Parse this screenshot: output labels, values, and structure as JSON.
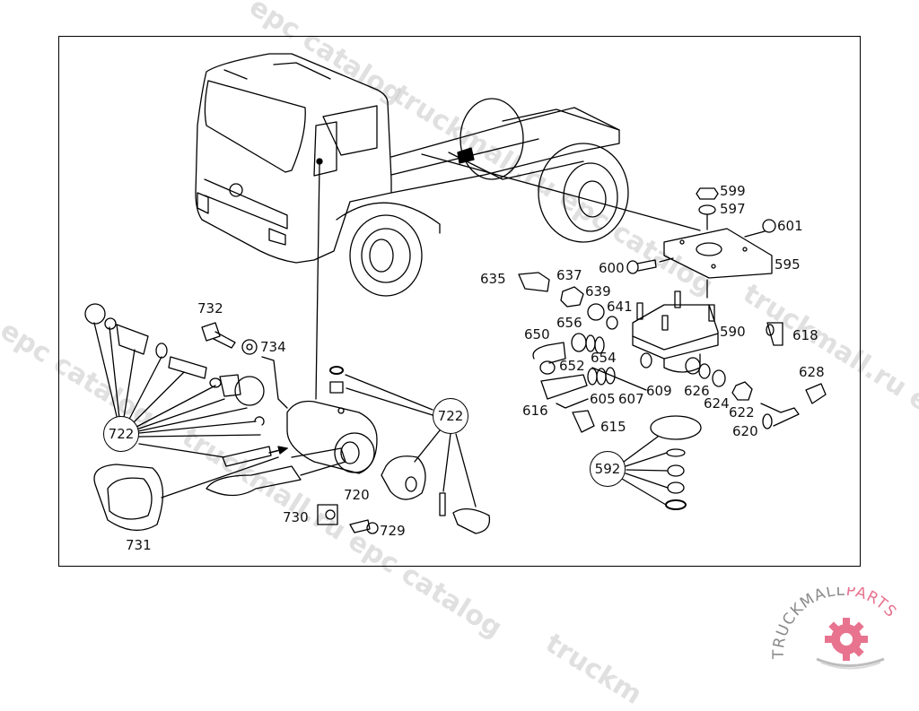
{
  "diagram": {
    "title": "Truck brake valve / chassis parts exploded view",
    "part_labels": [
      {
        "id": "599",
        "text": "599"
      },
      {
        "id": "597",
        "text": "597"
      },
      {
        "id": "601",
        "text": "601"
      },
      {
        "id": "600",
        "text": "600"
      },
      {
        "id": "595",
        "text": "595"
      },
      {
        "id": "635",
        "text": "635"
      },
      {
        "id": "637",
        "text": "637"
      },
      {
        "id": "639",
        "text": "639"
      },
      {
        "id": "641",
        "text": "641"
      },
      {
        "id": "656",
        "text": "656"
      },
      {
        "id": "650",
        "text": "650"
      },
      {
        "id": "652",
        "text": "652"
      },
      {
        "id": "654",
        "text": "654"
      },
      {
        "id": "590",
        "text": "590"
      },
      {
        "id": "618",
        "text": "618"
      },
      {
        "id": "628",
        "text": "628"
      },
      {
        "id": "609",
        "text": "609"
      },
      {
        "id": "605",
        "text": "605"
      },
      {
        "id": "607",
        "text": "607"
      },
      {
        "id": "616",
        "text": "616"
      },
      {
        "id": "615",
        "text": "615"
      },
      {
        "id": "626",
        "text": "626"
      },
      {
        "id": "624",
        "text": "624"
      },
      {
        "id": "622",
        "text": "622"
      },
      {
        "id": "620",
        "text": "620"
      },
      {
        "id": "732",
        "text": "732"
      },
      {
        "id": "734",
        "text": "734"
      },
      {
        "id": "720",
        "text": "720"
      },
      {
        "id": "730",
        "text": "730"
      },
      {
        "id": "729",
        "text": "729"
      },
      {
        "id": "731",
        "text": "731"
      }
    ],
    "callouts": [
      {
        "id": "722-left",
        "text": "722"
      },
      {
        "id": "722-right",
        "text": "722"
      },
      {
        "id": "592",
        "text": "592"
      }
    ]
  },
  "watermarks": [
    {
      "text": "epc catalog"
    },
    {
      "text": "truckmall.ru epc catalog"
    },
    {
      "text": "l epc catalog"
    },
    {
      "text": "truckmall.ru e"
    },
    {
      "text": "truckmall.ru epc catalog"
    },
    {
      "text": "truckm"
    }
  ],
  "logo": {
    "text_dark": "TRUCKMALL",
    "text_accent": "PARTS",
    "accent_color": "#e8738f",
    "gray_color": "#8a8a8a"
  }
}
